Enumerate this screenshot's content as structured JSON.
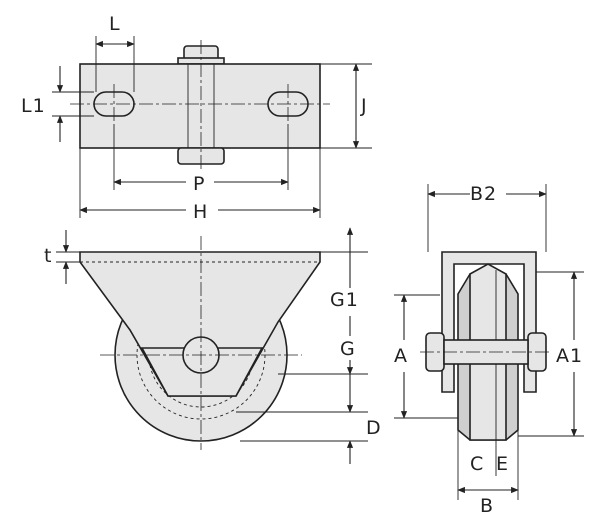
{
  "labels": {
    "L": "L",
    "L1": "L1",
    "J": "J",
    "P": "P",
    "H": "H",
    "t": "t",
    "G1": "G1",
    "G": "G",
    "D": "D",
    "B2": "B2",
    "A": "A",
    "A1": "A1",
    "C": "C",
    "E": "E",
    "B": "B"
  }
}
